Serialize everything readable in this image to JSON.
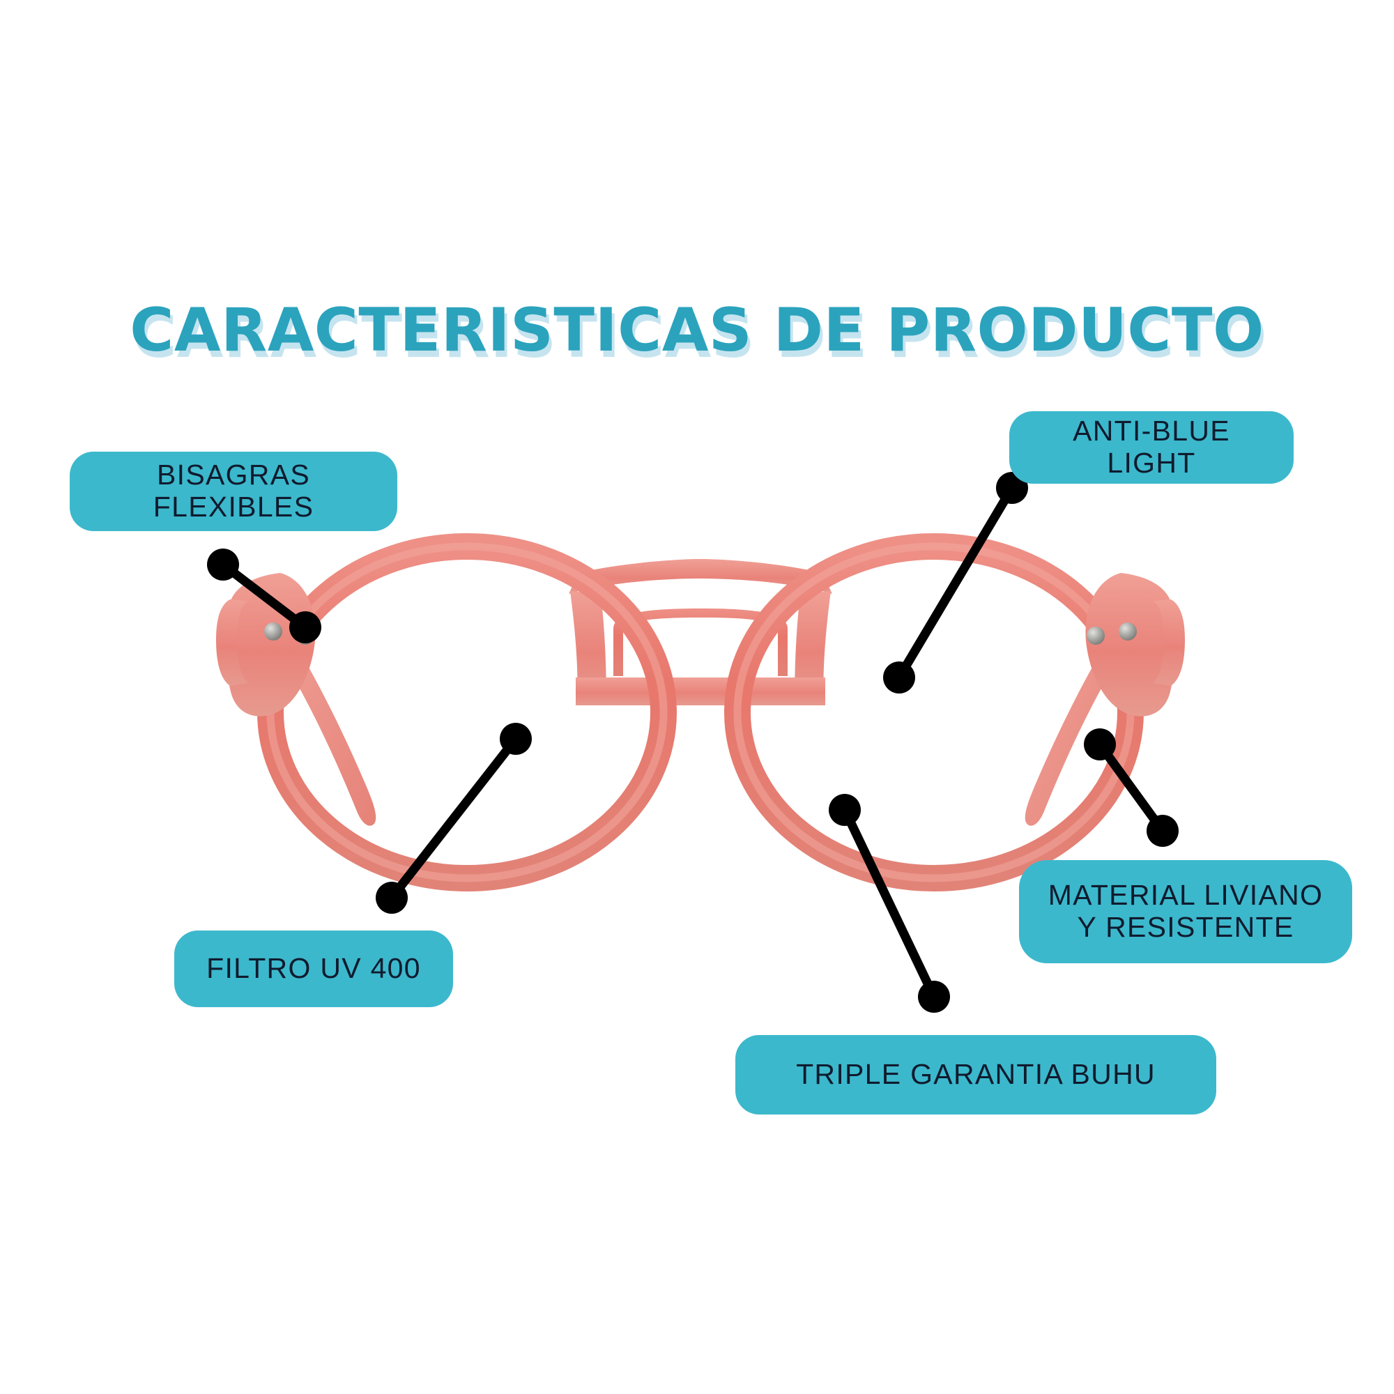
{
  "page": {
    "title": "CARACTERISTICAS DE PRODUCTO",
    "background_color": "#FFFFFF",
    "title_color": "#2BA3BD",
    "title_shadow_color": "#96CDE1",
    "pill_color": "#3CB8CC",
    "pill_text_color": "#101B2E",
    "leader_color": "#000000",
    "frame_color": "#E8766B"
  },
  "product": {
    "name": "eyeglasses",
    "frame_shape": "round",
    "frame_color_name": "coral",
    "lens_count": 2,
    "hinge_rivets_per_side": 2
  },
  "callouts": [
    {
      "id": "bisagras-flexibles",
      "label": "BISAGRAS FLEXIBLES",
      "position": "top-left",
      "anchor_target": "left hinge"
    },
    {
      "id": "anti-blue-light",
      "label": "ANTI-BLUE LIGHT",
      "position": "top-right",
      "anchor_target": "right lens"
    },
    {
      "id": "filtro-uv-400",
      "label": "FILTRO UV 400",
      "position": "bottom-left",
      "anchor_target": "left lens"
    },
    {
      "id": "material-liviano-y-resistente",
      "label": "MATERIAL LIVIANO\nY RESISTENTE",
      "label_line_1": "MATERIAL LIVIANO",
      "label_line_2": "Y RESISTENTE",
      "position": "right",
      "anchor_target": "right rim edge"
    },
    {
      "id": "triple-garantia-buhu",
      "label": "TRIPLE GARANTIA BUHU",
      "position": "bottom-center",
      "anchor_target": "right lens lower rim"
    }
  ]
}
